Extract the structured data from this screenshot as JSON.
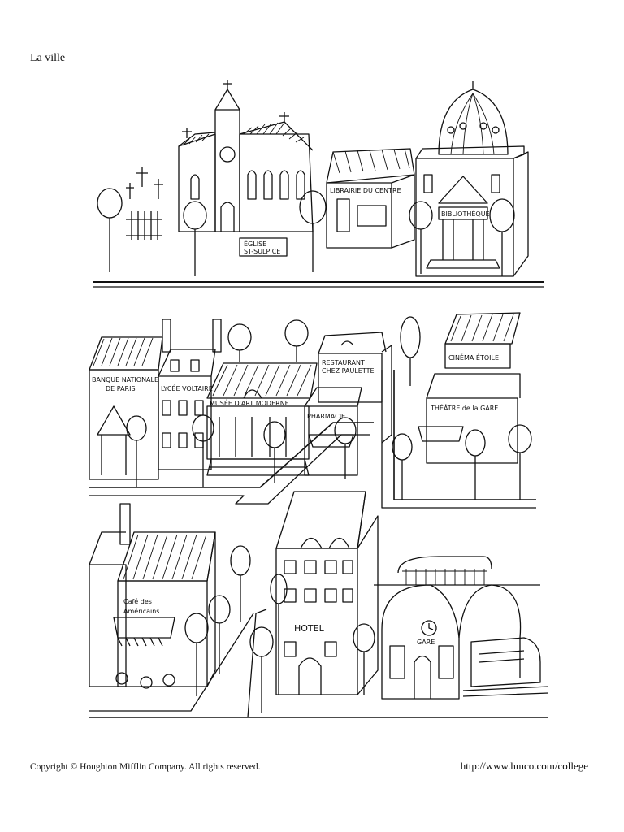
{
  "page": {
    "title": "La ville",
    "copyright": "Copyright © Houghton Mifflin Company. All rights reserved.",
    "url": "http://www.hmco.com/college"
  },
  "buildings": {
    "eglise": "ÉGLISE ST-SULPICE",
    "librairie": "LIBRAIRIE DU CENTRE",
    "bibliotheque": "BIBLIOTHÈQUE",
    "banque": "BANQUE NATIONALE DE PARIS",
    "lycee": "LYCÉE VOLTAIRE",
    "musee": "MUSÉE D'ART MODERNE",
    "restaurant": "RESTAURANT CHEZ PAULETTE",
    "pharmacie": "PHARMACIE",
    "cinema": "CINÉMA ÉTOILE",
    "theatre": "THÉÂTRE de la GARE",
    "cafe": "Café des Américains",
    "hotel": "HOTEL",
    "gare": "GARE"
  }
}
